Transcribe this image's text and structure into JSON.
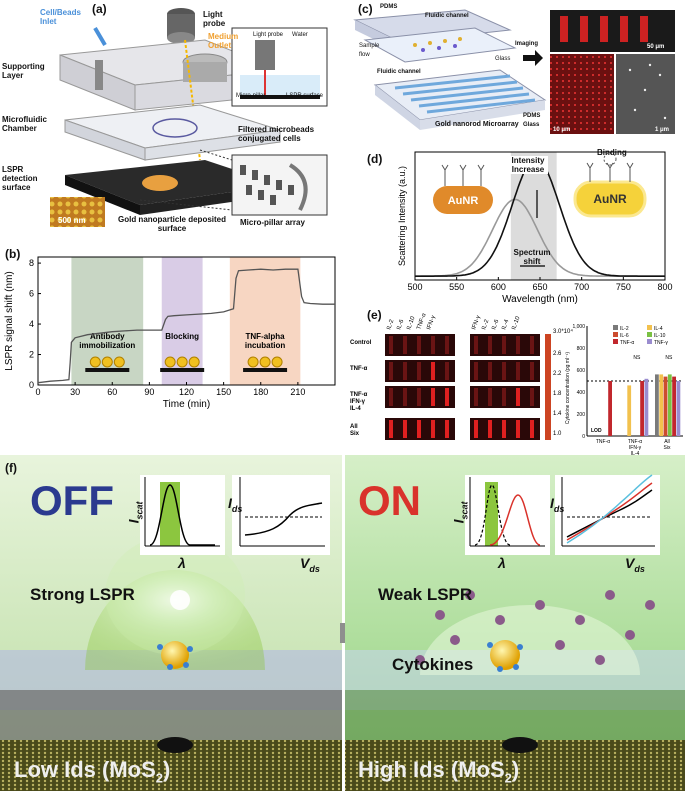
{
  "panel_a": {
    "label": "(a)",
    "cell_inlet": "Cell/Beads Inlet",
    "light_probe": "Light probe",
    "medium_outlet": "Medium Outlet",
    "supporting_layer": "Supporting Layer",
    "microfluidic_chamber": "Microfluidic Chamber",
    "lspr_surface": "LSPR detection surface",
    "scale": "500 nm",
    "gold_np": "Gold nanoparticle deposited surface",
    "filtered": "Filtered microbeads conjugated cells",
    "micropillar_array": "Micro-pillar array",
    "inset": {
      "light_probe": "Light probe",
      "water": "Water",
      "micro_pillar": "Micro-pillar",
      "lspr_surface": "LSPR surface"
    }
  },
  "panel_b": {
    "label": "(b)",
    "chart_data": {
      "type": "line",
      "xlabel": "Time (min)",
      "ylabel": "LSPR signal shift (nm)",
      "xlim": [
        0,
        240
      ],
      "ylim": [
        0,
        8.4
      ],
      "xticks": [
        0,
        30,
        60,
        90,
        120,
        150,
        180,
        210
      ],
      "yticks": [
        0,
        2,
        4,
        6,
        8
      ],
      "series": [
        {
          "x": [
            0,
            10,
            20,
            25,
            26,
            27,
            30,
            40,
            50,
            60,
            70,
            80,
            90,
            100,
            103,
            105,
            110,
            120,
            130,
            140,
            150,
            158,
            160,
            162,
            170,
            180,
            190,
            200,
            210,
            213,
            215,
            220,
            230,
            240
          ],
          "y": [
            0.15,
            0.25,
            0.3,
            0.35,
            1.5,
            2.8,
            3.1,
            3.3,
            3.4,
            3.5,
            3.55,
            3.6,
            3.6,
            3.6,
            4.3,
            4.5,
            4.55,
            4.6,
            4.65,
            4.7,
            4.8,
            5.0,
            7.0,
            7.5,
            7.55,
            7.6,
            7.55,
            7.6,
            7.6,
            5.8,
            5.4,
            5.35,
            5.3,
            5.3
          ]
        }
      ],
      "regions": [
        {
          "x0": 27,
          "x1": 85,
          "color": "#c8d6c4",
          "label": "Antibody immobilization"
        },
        {
          "x0": 100,
          "x1": 133,
          "color": "#d9cce6",
          "label": "Blocking"
        },
        {
          "x0": 155,
          "x1": 212,
          "color": "#f7d6c2",
          "label": "TNF-alpha incubation"
        }
      ]
    }
  },
  "panel_c": {
    "label": "(c)",
    "pdms": "PDMS",
    "fluidic_channel": "Fluidic channel",
    "sample_flow": "Sample flow",
    "glass": "Glass",
    "imaging": "Imaging",
    "fluidic_channel2": "Fluidic channel",
    "microarray": "Gold nanorod Microarray",
    "pdms_glass": "PDMS Glass",
    "scale1": "50 μm",
    "scale2": "10 μm",
    "scale3": "1 μm"
  },
  "panel_d": {
    "label": "(d)",
    "binding": "Binding",
    "intensity_increase": "Intensity Increase",
    "spectrum_shift": "Spectrum shift",
    "aunr": "AuNR",
    "chart_data": {
      "type": "line",
      "xlabel": "Wavelength (nm)",
      "ylabel": "Scattering Intensity (a.u.)",
      "xlim": [
        500,
        800
      ],
      "xticks": [
        500,
        550,
        600,
        650,
        700,
        750,
        800
      ],
      "highlight": [
        615,
        670
      ],
      "series": [
        {
          "peak": 620,
          "height": 0.6,
          "width": 38,
          "color": "#999999"
        },
        {
          "peak": 645,
          "height": 0.92,
          "width": 40,
          "color": "#111111"
        }
      ]
    }
  },
  "panel_e": {
    "label": "(e)",
    "col_labels_1": [
      "IL-2",
      "IL-6",
      "IL-10",
      "TNF-α",
      "IFN-γ"
    ],
    "col_labels_2": [
      "IFN-γ",
      "IL-2",
      "IL-6",
      "IL-4",
      "IL-10"
    ],
    "rows": [
      "Control",
      "TNF-α",
      "TNF-α IFN-γ IL-4",
      "All Six"
    ],
    "colorbar": {
      "max": "3.0*10⁴",
      "ticks": [
        "2.6",
        "2.2",
        "1.8",
        "1.4",
        "1.0"
      ]
    },
    "bar_chart": {
      "ylabel": "Cytokine concentration (pg ml⁻¹)",
      "yticks": [
        "1,000",
        "800",
        "600",
        "400",
        "200",
        "0"
      ],
      "legend": [
        "IL-2",
        "IL-4",
        "IL-6",
        "IL-10",
        "TNF-α",
        "TNF-γ"
      ],
      "groups": [
        "TNF-α",
        "TNF-α IFN-γ IL-4",
        "All Six"
      ],
      "lod": "LOD",
      "ns": [
        "NS",
        "NS"
      ],
      "chart_data": {
        "type": "bar",
        "ylim": [
          0,
          1000
        ],
        "series": [
          {
            "name": "IL-2",
            "color": "#7a7a7a",
            "values": [
              0,
              0,
              560
            ]
          },
          {
            "name": "IL-4",
            "color": "#f2c14e",
            "values": [
              0,
              460,
              560
            ]
          },
          {
            "name": "IL-6",
            "color": "#cc4c2e",
            "values": [
              0,
              0,
              540
            ]
          },
          {
            "name": "IL-10",
            "color": "#7ac143",
            "values": [
              0,
              0,
              560
            ]
          },
          {
            "name": "TNF-α",
            "color": "#c1272d",
            "values": [
              500,
              500,
              540
            ]
          },
          {
            "name": "TNF-γ",
            "color": "#9a8ccf",
            "values": [
              0,
              520,
              500
            ]
          }
        ]
      }
    }
  },
  "panel_f": {
    "label": "(f)",
    "off": "OFF",
    "on": "ON",
    "strong_lspr": "Strong LSPR",
    "weak_lspr": "Weak LSPR",
    "cytokines": "Cytokines",
    "low_ids": "Low Ids (MoS",
    "high_ids": "High Ids (MoS",
    "sub2": "2",
    "close": ")",
    "iscat": "I",
    "iscat_sub": "scat",
    "lambda": "λ",
    "ids": "I",
    "ids_sub": "ds",
    "vds": "V",
    "vds_sub": "ds"
  },
  "colors": {
    "green": "#8cc63f",
    "off_blue": "#2b3a8f",
    "on_red": "#d9322b",
    "red_curve": "#d9322b",
    "cyan_curve": "#5bc0de"
  }
}
